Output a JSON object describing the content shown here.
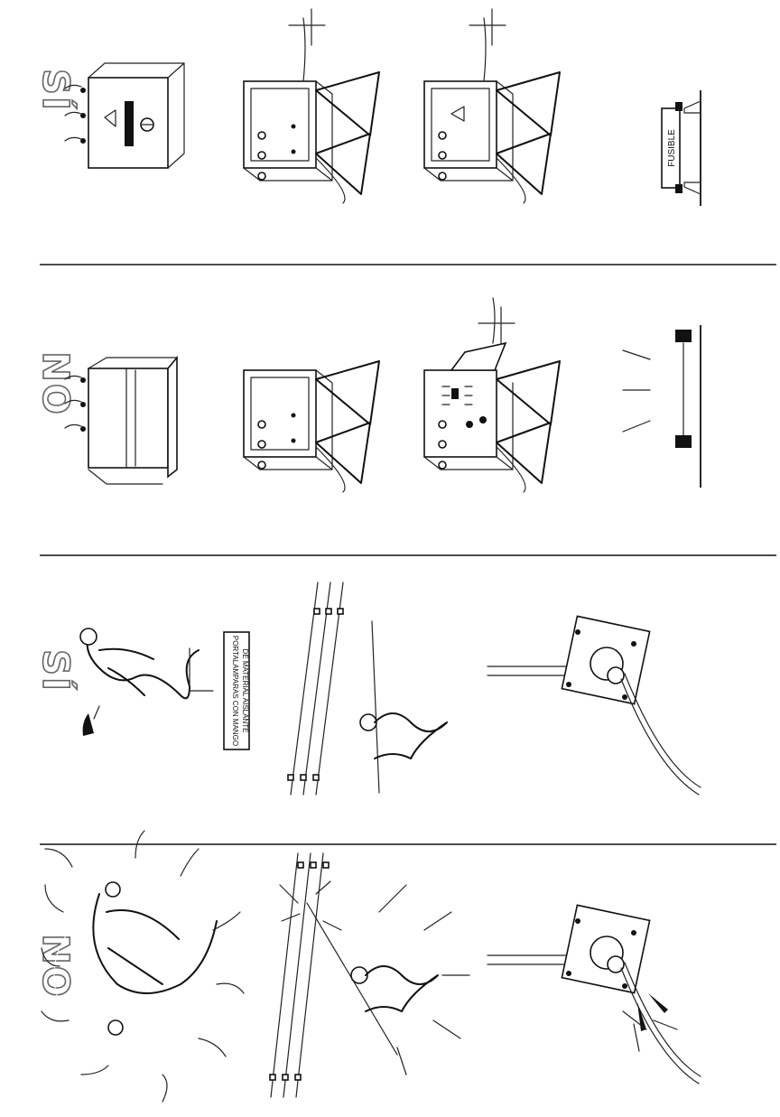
{
  "sections": [
    {
      "label": "SÍ"
    },
    {
      "label": "NO"
    },
    {
      "label": "SÍ"
    },
    {
      "label": "NO"
    }
  ],
  "texts": {
    "fuse_label": "FUSIBLE",
    "sign_line1": "PORTALAMPARAS CON MANGO",
    "sign_line2": "DE MATERIAL AISLANTE"
  }
}
